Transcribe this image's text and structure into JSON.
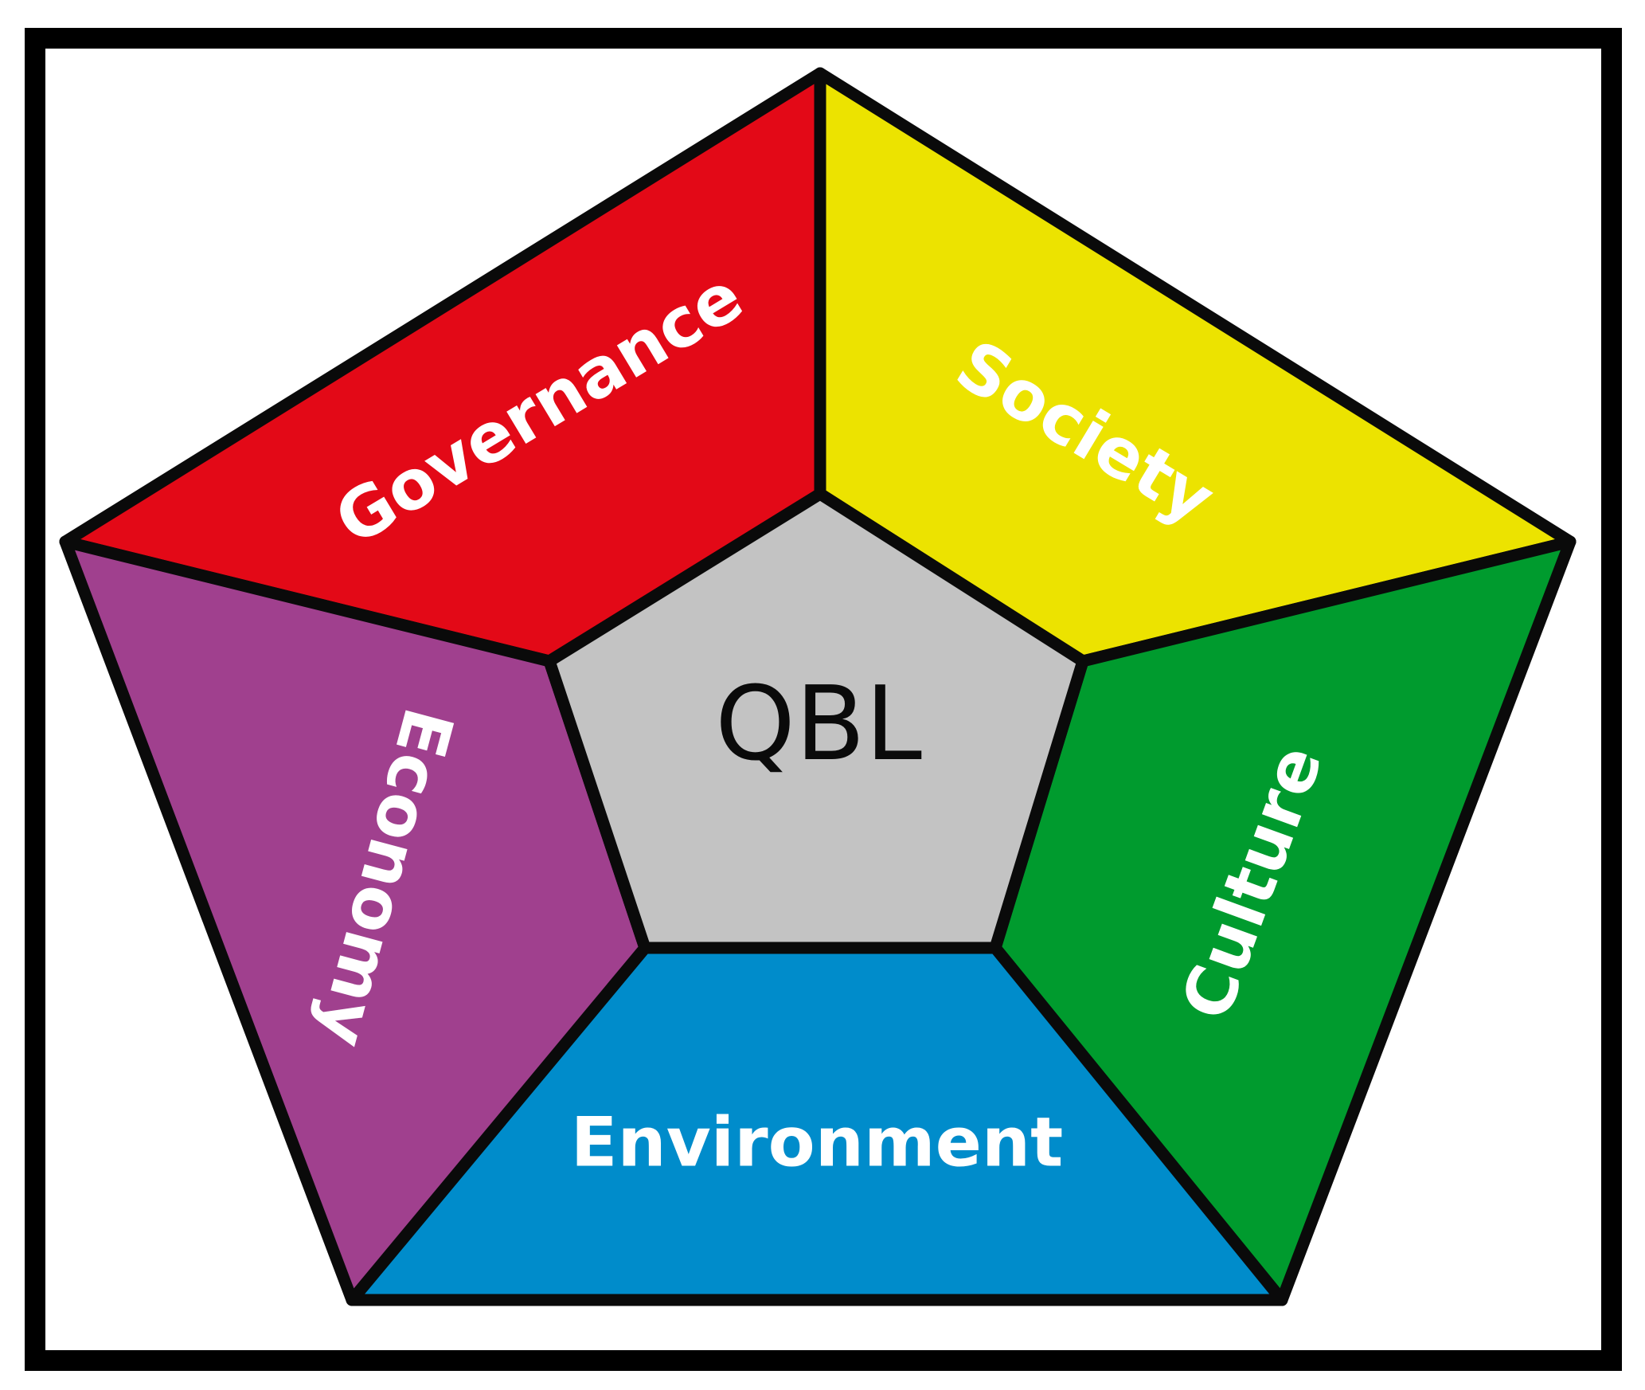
{
  "diagram": {
    "center": {
      "label": "QBL",
      "color": "#c3c3c3"
    },
    "segments": {
      "governance": {
        "label": "Governance",
        "color": "#e30917"
      },
      "society": {
        "label": "Society",
        "color": "#ece300"
      },
      "culture": {
        "label": "Culture",
        "color": "#009b2e"
      },
      "environment": {
        "label": "Environment",
        "color": "#008ccb"
      },
      "economy": {
        "label": "Economy",
        "color": "#a0408e"
      }
    }
  }
}
